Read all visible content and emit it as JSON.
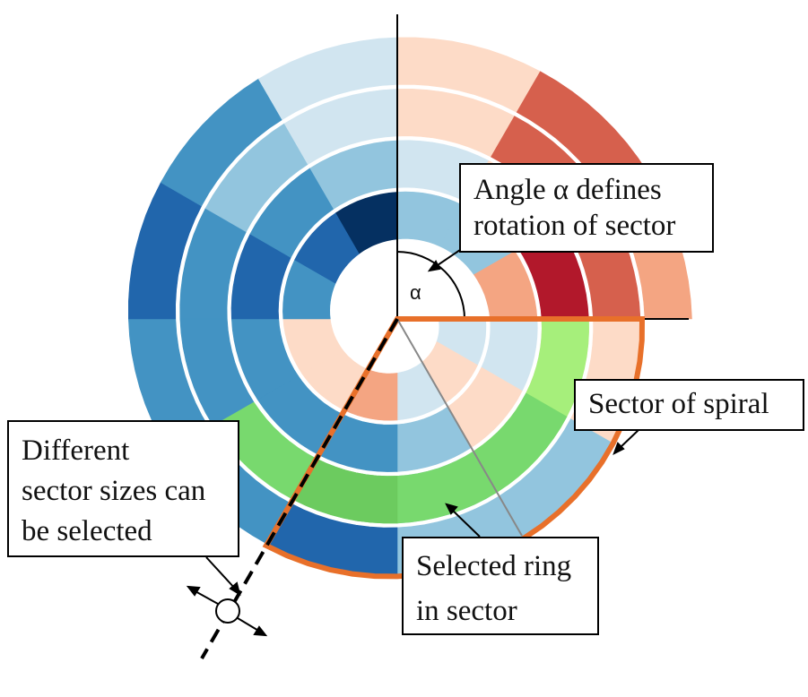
{
  "figure": {
    "title": "Spiral sector selection illustration",
    "spiral": {
      "turns": 4,
      "sector_angle_deg": 30,
      "seam": "right-horizontal",
      "gap_color": "#ffffff",
      "cells": [
        [
          "#d1e5f0",
          "#fddbc7",
          "#d1e5f0",
          "#f4a582",
          "#fddbc7",
          "#fddbc7",
          "#4393c3",
          "#2166ac",
          "#053061",
          "#92c5de",
          "#92c5de",
          "#f4a582"
        ],
        [
          "#d1e5f0",
          "#fddbc7",
          "#92c5de",
          "#4393c3",
          "#4393c3",
          "#4393c3",
          "#2166ac",
          "#4393c3",
          "#92c5de",
          "#d1e5f0",
          "#fddbc7",
          "#b2182b"
        ],
        [
          "#fddbc7",
          "#a6ef7b",
          "#92c5de",
          "#78d96e",
          "#78d96e",
          "#4393c3",
          "#4393c3",
          "#92c5de",
          "#d1e5f0",
          "#fddbc7",
          "#d6604d",
          "#d6604d"
        ],
        [
          "#fddbc7",
          "#92c5de",
          "#92c5de",
          "#2166ac",
          "#4393c3",
          "#4393c3",
          "#2166ac",
          "#4393c3",
          "#d1e5f0",
          "#fddbc7",
          "#d6604d",
          "#f4a582"
        ]
      ],
      "selected_sector": {
        "start_deg": 90,
        "end_deg": 210,
        "outline_color": "#e8702a"
      },
      "selected_ring_turn": 2,
      "selected_ring_colors": [
        "#a6ef7b",
        "#78d96e",
        "#78d96e",
        "#6ccb5f"
      ]
    },
    "angle_label": "α",
    "callouts": {
      "angle": [
        "Angle α defines",
        "rotation of sector"
      ],
      "sector": [
        "Sector of spiral"
      ],
      "different": [
        "Different",
        "sector sizes can",
        "be selected"
      ],
      "ring": [
        "Selected ring",
        "in sector"
      ]
    }
  }
}
